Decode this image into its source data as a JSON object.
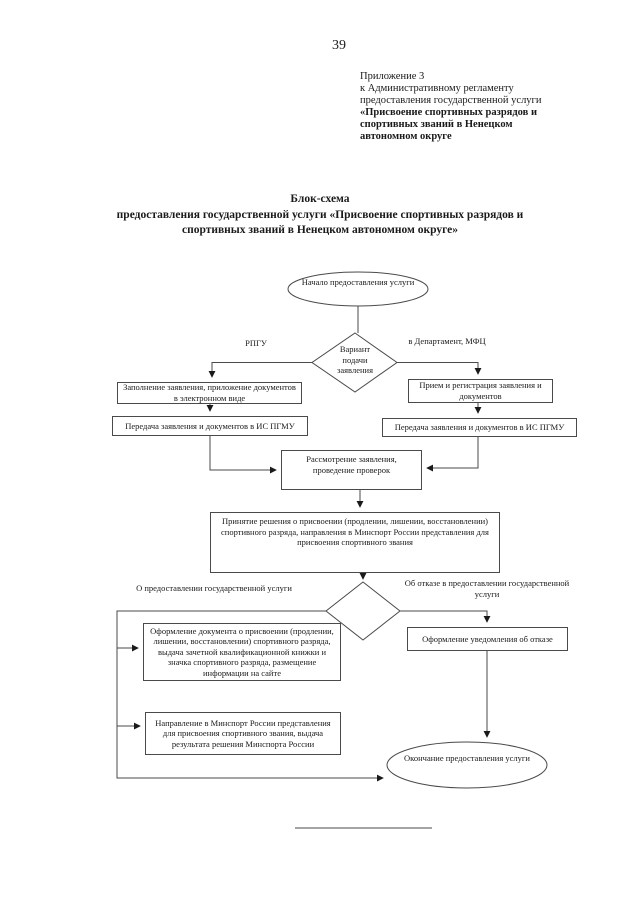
{
  "page": {
    "number": "39",
    "appendix": {
      "lines": [
        "Приложение 3",
        "к Административному регламенту",
        "предоставления государственной услуги",
        "«Присвоение спортивных разрядов и",
        "спортивных званий в Ненецком",
        "автономном округе"
      ]
    },
    "title": {
      "lines": [
        "Блок-схема",
        "предоставления государственной услуги «Присвоение спортивных разрядов и",
        "спортивных званий в Ненецком автономном округе»"
      ]
    }
  },
  "flowchart": {
    "start": "Начало предоставления услуги",
    "variant_diamond": "Вариант подачи заявления",
    "branch_left_label": "РПГУ",
    "branch_right_label": "в Департамент, МФЦ",
    "fill_application": "Заполнение заявления, приложение документов в электронном виде",
    "receive_register": "Прием и регистрация заявления и документов",
    "transfer_left": "Передача заявления и документов в ИС ПГМУ",
    "transfer_right": "Передача заявления и документов в ИС ПГМУ",
    "review": "Рассмотрение заявления, проведение проверок",
    "decision": "Принятие решения о присвоении (продлении, лишении, восстановлении) спортивного разряда, направления в Минспорт России представления для присвоения спортивного звания",
    "outcome_grant_label": "О предоставлении государственной услуги",
    "outcome_refuse_label": "Об отказе в предоставлении государственной услуги",
    "issue_document": "Оформление документа о присвоении (продлении, лишении, восстановлении) спортивного разряда, выдача зачетной квалификационной книжки и значка спортивного разряда, размещение информации на сайте",
    "send_minsport": "Направление в Минспорт России представления для присвоения спортивного звания, выдача результата решения Минспорта России",
    "refusal_notice": "Оформление уведомления об отказе",
    "end": "Окончание предоставления услуги"
  },
  "colors": {
    "ink": "#1a1a1a",
    "line": "#4a4a4a",
    "background": "#ffffff"
  }
}
